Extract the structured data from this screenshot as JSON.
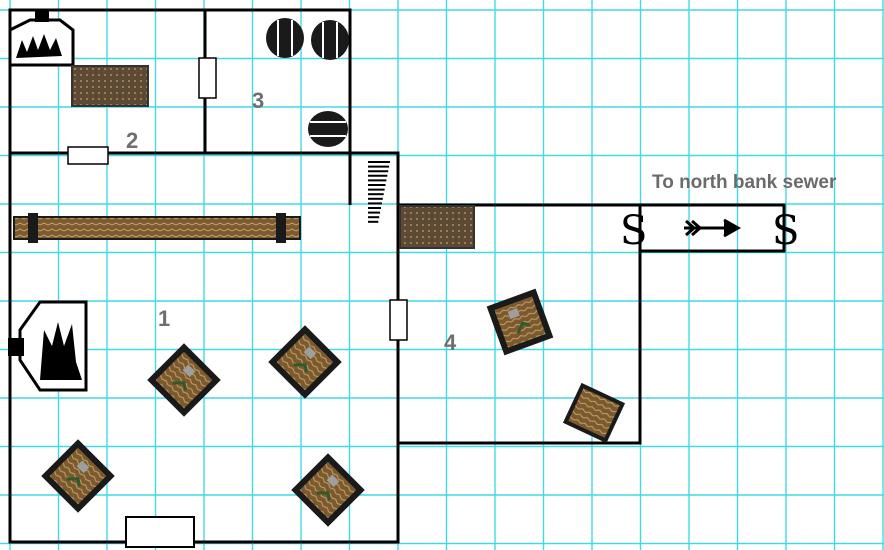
{
  "map": {
    "grid_color": "#41d9e8",
    "wall_color": "#000000",
    "furniture_color": "#7a5a2e",
    "label_color": "#6e6e6e",
    "room_labels": {
      "r1": "1",
      "r2": "2",
      "r3": "3",
      "r4": "4"
    },
    "exit_label": "To north bank sewer",
    "secret_door_glyph": "S",
    "icons": [
      "fireplace-icon",
      "barrel-icon",
      "bench-icon",
      "long-table-icon",
      "stairs-icon",
      "table-with-chairs-icon",
      "crate-icon",
      "door-icon",
      "arrow-icon"
    ]
  }
}
